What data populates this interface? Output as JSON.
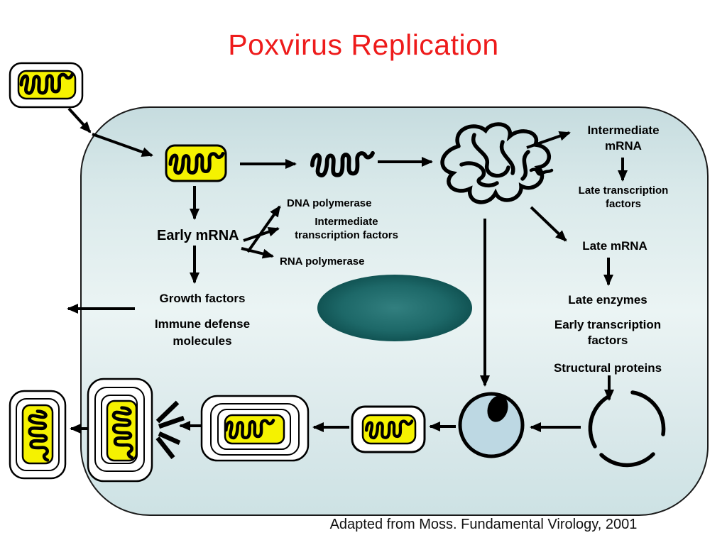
{
  "slide": {
    "title": "Poxvirus Replication",
    "caption": "Adapted from Moss. Fundamental Virology, 2001"
  },
  "labels": {
    "intermediate_mrna": "Intermediate mRNA",
    "late_transcription_factors": "Late transcription factors",
    "late_mrna": "Late mRNA",
    "late_enzymes": "Late enzymes",
    "early_transcription_factors": "Early transcription factors",
    "structural_proteins": "Structural proteins",
    "early_mrna": "Early mRNA",
    "dna_polymerase": "DNA polymerase",
    "intermediate_transcription_factors": "Intermediate transcription factors",
    "rna_polymerase": "RNA polymerase",
    "growth_factors": "Growth factors",
    "immune_defense_molecules": "Immune defense molecules"
  },
  "icons": [
    "virion-extracellular-icon",
    "viral-core-icon",
    "naked-dna-icon",
    "replicating-dna-tangle-icon",
    "crescent-membranes-icon",
    "immature-virion-icon",
    "mature-virion-icon",
    "wrapped-virion-icon",
    "budding-virion-icon",
    "released-virion-icon",
    "actin-tail-lines-icon",
    "nucleus-shape",
    "cell-membrane"
  ],
  "colors": {
    "title_red": "#ee1b1b",
    "cell_fill_light": "#eaf3f3",
    "cell_fill_dark": "#c6dcdf",
    "cell_border": "#1a1a1a",
    "genome_yellow": "#f5f200",
    "nucleus_teal_dark": "#084444",
    "nucleus_teal_mid": "#2f7f7f",
    "immature_virion_fill": "#bdd8e3",
    "line_black": "#000000",
    "background": "#ffffff"
  }
}
